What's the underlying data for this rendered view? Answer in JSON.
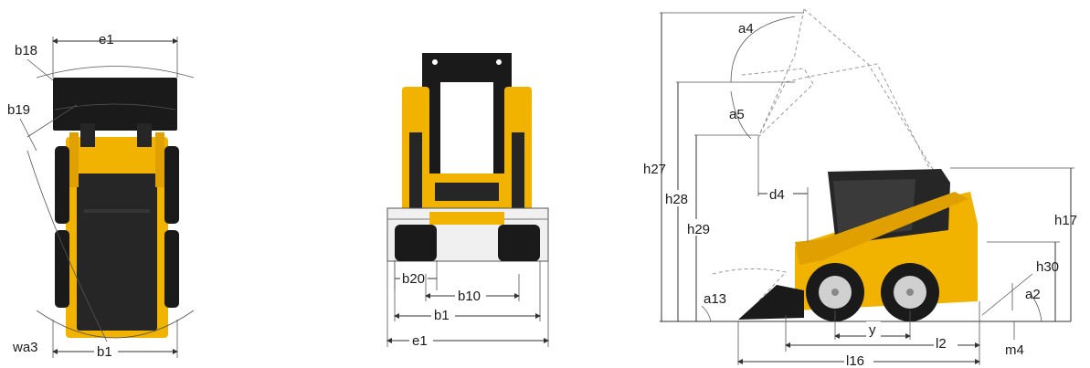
{
  "top_view": {
    "labels": {
      "e1": "e1",
      "b18": "b18",
      "b19": "b19",
      "wa3": "wa3",
      "b1": "b1"
    }
  },
  "front_view": {
    "labels": {
      "b20": "b20",
      "b10": "b10",
      "b1": "b1",
      "e1": "e1"
    }
  },
  "side_view": {
    "labels": {
      "a4": "a4",
      "a5": "a5",
      "h27": "h27",
      "h28": "h28",
      "h29": "h29",
      "d4": "d4",
      "h17": "h17",
      "h30": "h30",
      "a2": "a2",
      "a13": "a13",
      "y": "y",
      "l2": "l2",
      "m4": "m4",
      "l16": "l16"
    }
  },
  "colors": {
    "machine_body": "#f2b200",
    "machine_dark": "#262626",
    "rims": "#d0d0d0"
  }
}
